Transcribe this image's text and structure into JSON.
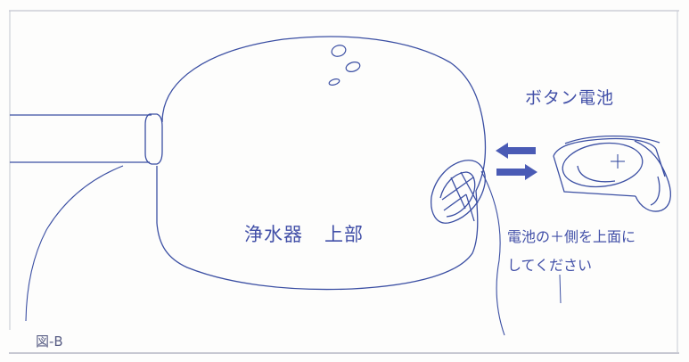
{
  "labels": {
    "battery": "ボタン電池",
    "purifier_top_a": "浄水器",
    "purifier_top_b": "上部",
    "instruction_line1": "電池の＋側を上面に",
    "instruction_line2": "してください",
    "figure_id": "図-B"
  },
  "colors": {
    "line": "#3b4fa3",
    "arrow": "#4a5bb5",
    "text": "#4250a8",
    "frame": "#a7a9b8"
  }
}
